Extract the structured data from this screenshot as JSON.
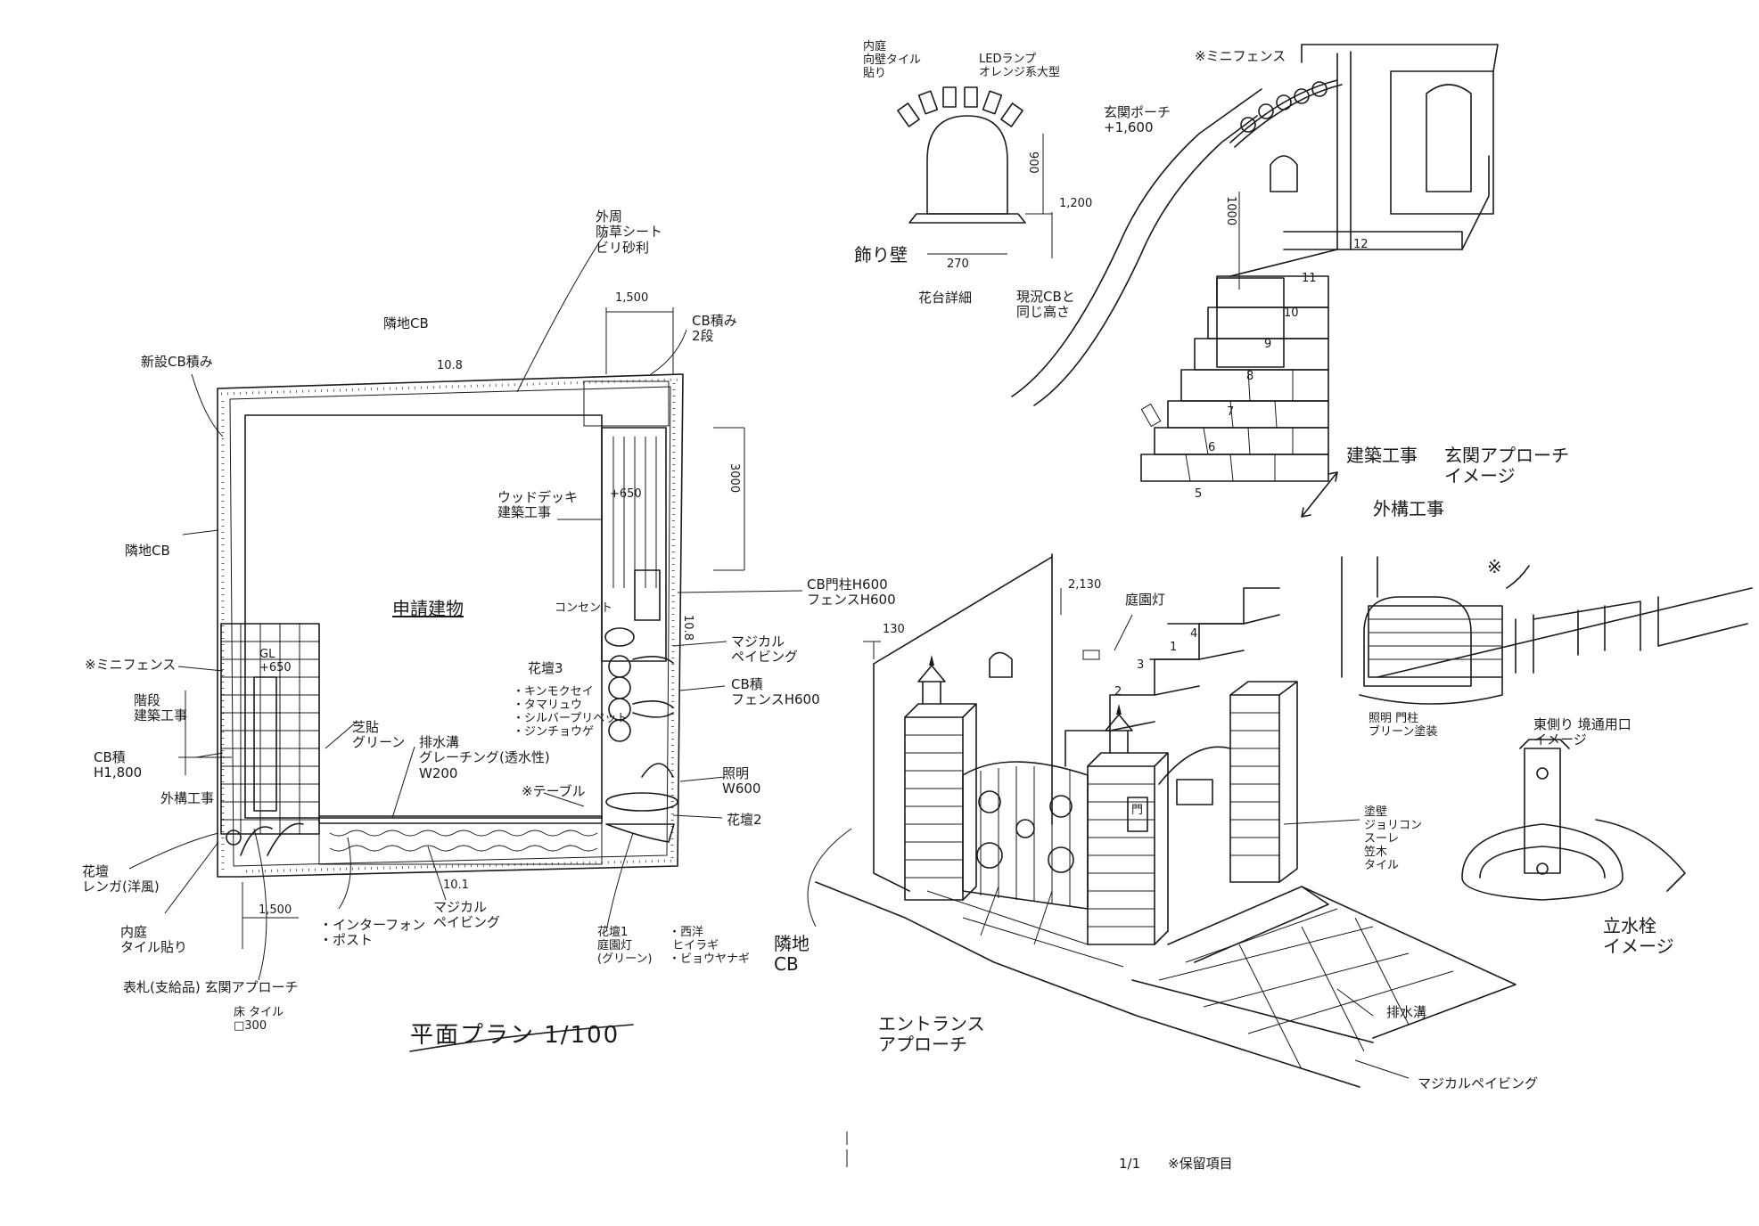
{
  "plan": {
    "title": "平面プラン 1/100",
    "dim_top": "1,500",
    "dim_top_width": "10.8",
    "dim_right_width": "10.8",
    "dim_bottom_width": "10.1",
    "dim_bottom_left": "1,500",
    "dim_deck_height": "3000",
    "label_existing_cb_top": "新設CB積み",
    "label_neighbor_cb_top": "隣地CB",
    "label_perimeter_sheet": "外周\n防草シート\nビリ砂利",
    "label_cb_stack_2": "CB積み\n2段",
    "label_neighbor_cb_left": "隣地CB",
    "label_wood_deck": "ウッドデッキ\n建築工事",
    "label_building": "申請建物",
    "label_consent": "コンセント",
    "label_gl": "GL\n+650",
    "label_deck_gl": "+650",
    "label_mini_fence": "※ミニフェンス",
    "label_stairs": "階段\n建築工事",
    "label_cb_wall_left": "CB積\nH1,800",
    "label_outer_work": "外構工事",
    "label_lawn": "芝貼\nグリーン",
    "label_drain": "排水溝\nグレーチング(透水性)\nW200",
    "label_flowerbed_3": "花壇3",
    "label_plants_3": "・キンモクセイ\n・タマリュウ\n・シルバープリペット\n・ジンチョウゲ",
    "label_magical_paving_right": "マジカル\nペイビング",
    "label_cb_gate": "CB門柱H600\nフェンスH600",
    "label_cb_fence": "CB積\nフェンスH600",
    "label_lighting": "照明\nW600",
    "label_table": "※テーブル",
    "label_flowerbed_2": "花壇2",
    "label_flowerbed_left": "花壇\nレンガ(洋風)",
    "label_inner_court": "内庭\nタイル貼り",
    "label_entrance_approach": "表札(支給品) 玄関アプローチ",
    "label_floor_tile": "床 タイル\n□300",
    "label_interphone": "・インターフォン\n・ポスト",
    "label_magical_paving_bottom": "マジカル\nペイビング",
    "label_flowerbed_1": "花壇1\n庭園灯\n(グリーン)",
    "label_plants_1": "・西洋\n ヒイラギ\n・ビョウヤナギ"
  },
  "porch_sketch": {
    "label_inner_court_wall": "内庭\n向壁タイル\n貼り",
    "label_led": "LEDランプ\nオレンジ系大型",
    "label_niche": "飾り壁",
    "dim_niche_height": "900",
    "dim_niche_width": "270",
    "dim_wall_height": "1,200",
    "label_flower_detail": "花台詳細",
    "label_existing_cb": "現況CBと\n同じ高さ",
    "label_mini_fence": "※ミニフェンス",
    "label_porch": "玄関ポーチ\n+1,600",
    "dim_wall": "1000",
    "label_building_work": "建築工事",
    "label_approach_image": "玄関アプローチ\nイメージ",
    "label_outer_work": "外構工事",
    "step_numbers": [
      "5",
      "6",
      "7",
      "8",
      "9",
      "10",
      "11",
      "12"
    ]
  },
  "east_sketch": {
    "label_note": "※",
    "label_image": "東側り 境通用口\nイメージ",
    "label_gate_post": "照明 門柱\nブリーン塗装"
  },
  "faucet_sketch": {
    "label_image": "立水栓\nイメージ"
  },
  "entrance_sketch": {
    "label_title": "エントランス\nアプローチ",
    "dim_height": "2,130",
    "label_garden_light": "庭園灯",
    "dim_left": "130",
    "label_neighbor_cb": "隣地\nCB",
    "label_wall_finish": "塗壁\nジョリコン\nスーレ\n笠木\nタイル",
    "label_drain": "排水溝",
    "label_magical_paving": "マジカルペイビング",
    "gate_sign": "門",
    "step_numbers": [
      "1",
      "2",
      "3",
      "4"
    ]
  },
  "footer": {
    "page": "1/1",
    "note": "※保留項目"
  }
}
